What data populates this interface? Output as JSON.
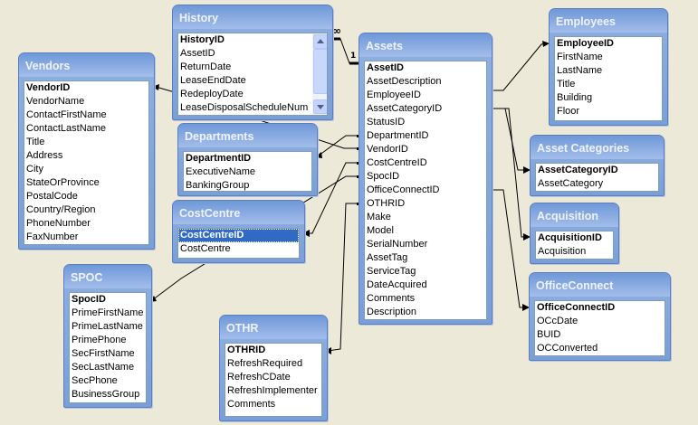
{
  "tables": [
    {
      "id": "history",
      "title": "History",
      "fields": [
        "HistoryID",
        "AssetID",
        "ReturnDate",
        "LeaseEndDate",
        "RedeployDate",
        "LeaseDisposalScheduleNum"
      ],
      "scroll": true
    },
    {
      "id": "assets",
      "title": "Assets",
      "fields": [
        "AssetID",
        "AssetDescription",
        "EmployeeID",
        "AssetCategoryID",
        "StatusID",
        "DepartmentID",
        "VendorID",
        "CostCentreID",
        "SpocID",
        "OfficeConnectID",
        "OTHRID",
        "Make",
        "Model",
        "SerialNumber",
        "AssetTag",
        "ServiceTag",
        "DateAcquired",
        "Comments",
        "Description"
      ]
    },
    {
      "id": "vendors",
      "title": "Vendors",
      "fields": [
        "VendorID",
        "VendorName",
        "ContactFirstName",
        "ContactLastName",
        "Title",
        "Address",
        "City",
        "StateOrProvince",
        "PostalCode",
        "Country/Region",
        "PhoneNumber",
        "FaxNumber"
      ]
    },
    {
      "id": "departments",
      "title": "Departments",
      "fields": [
        "DepartmentID",
        "ExecutiveName",
        "BankingGroup"
      ]
    },
    {
      "id": "costcentre",
      "title": "CostCentre",
      "fields": [
        "CostCentreID",
        "CostCentre"
      ],
      "selected": 0
    },
    {
      "id": "spoc",
      "title": "SPOC",
      "fields": [
        "SpocID",
        "PrimeFirstName",
        "PrimeLastName",
        "PrimePhone",
        "SecFirstName",
        "SecLastName",
        "SecPhone",
        "BusinessGroup"
      ]
    },
    {
      "id": "othr",
      "title": "OTHR",
      "fields": [
        "OTHRID",
        "RefreshRequired",
        "RefreshCDate",
        "RefreshImplementer",
        "Comments"
      ]
    },
    {
      "id": "employees",
      "title": "Employees",
      "fields": [
        "EmployeeID",
        "FirstName",
        "LastName",
        "Title",
        "Building",
        "Floor"
      ]
    },
    {
      "id": "assetcategories",
      "title": "Asset Categories",
      "fields": [
        "AssetCategoryID",
        "AssetCategory"
      ]
    },
    {
      "id": "acquisition",
      "title": "Acquisition",
      "fields": [
        "AcquisitionID",
        "Acquisition"
      ]
    },
    {
      "id": "officeconnect",
      "title": "OfficeConnect",
      "fields": [
        "OfficeConnectID",
        "OCcDate",
        "BUID",
        "OCConverted"
      ]
    }
  ],
  "relationship_labels": {
    "many": "∞",
    "one": "1"
  }
}
